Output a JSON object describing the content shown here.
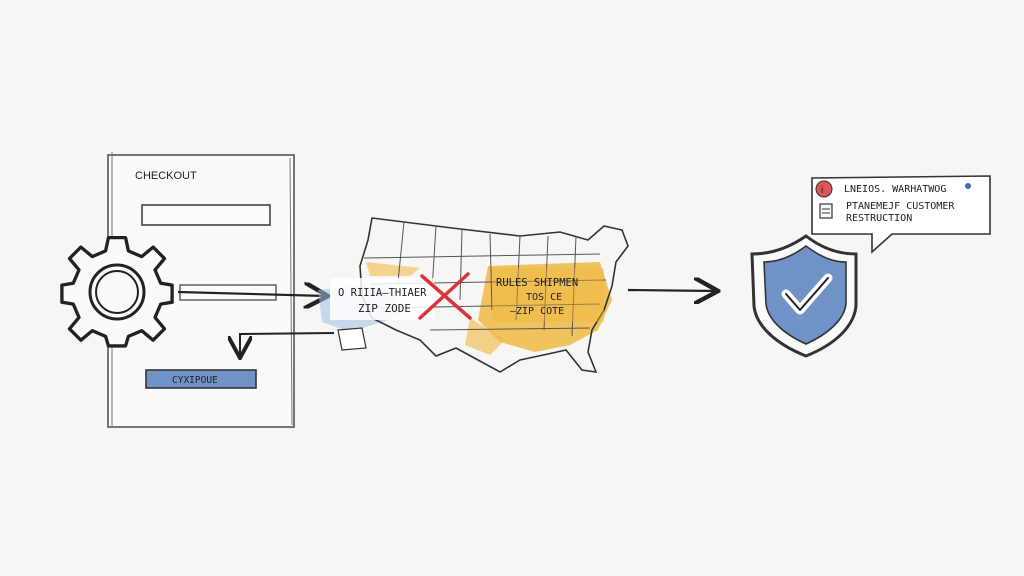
{
  "checkout_panel": {
    "title": "CHECKOUT",
    "button_label": "CYXIPOUE"
  },
  "zip_note": {
    "line1": "O  RIIIA—THIAER",
    "line2": "ZIP ZODE"
  },
  "rules_note": {
    "line1": "RULES SHIPMEN",
    "line2": "TOS CE",
    "line3": "—ZIP COTE"
  },
  "message_bubble": {
    "line1": "LNEIOS. WARHATWOG",
    "line2": "PTANEMEJF CUSTOMER",
    "line3": "RESTRUCTION"
  },
  "colors": {
    "highlight": "#f0b73a",
    "shield_fill": "#6f93c6",
    "reject_x": "#d9343a",
    "button_fill": "#6f93c6",
    "ink": "#2a2a2a",
    "info_badge": "#e05555"
  },
  "icons": [
    "gear-icon",
    "us-map-icon",
    "reject-x-icon",
    "shield-check-icon",
    "info-icon",
    "document-icon",
    "arrow-right-icon",
    "arrow-return-icon"
  ]
}
